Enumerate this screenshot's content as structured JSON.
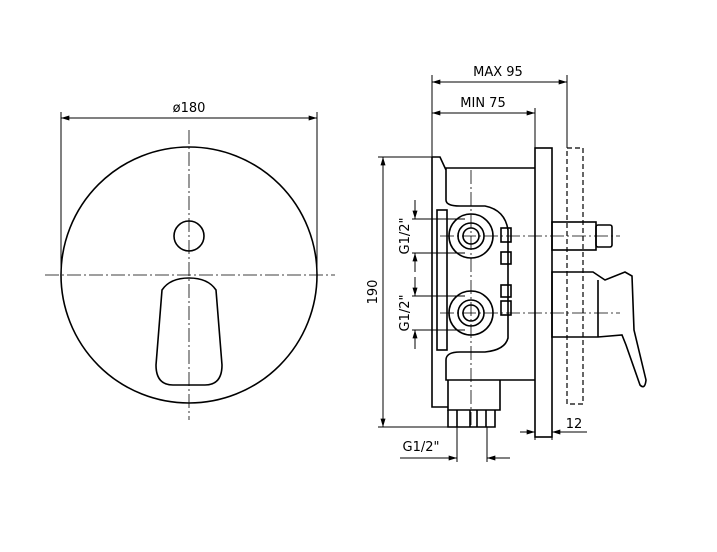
{
  "front_view": {
    "diameter_label": "ø180"
  },
  "side_view": {
    "max_depth_label": "MAX 95",
    "min_depth_label": "MIN 75",
    "height_label": "190",
    "upper_inlet_label": "G1/2\"",
    "lower_inlet_label": "G1/2\"",
    "bottom_outlet_label": "G1/2\"",
    "plate_thickness_label": "12"
  }
}
